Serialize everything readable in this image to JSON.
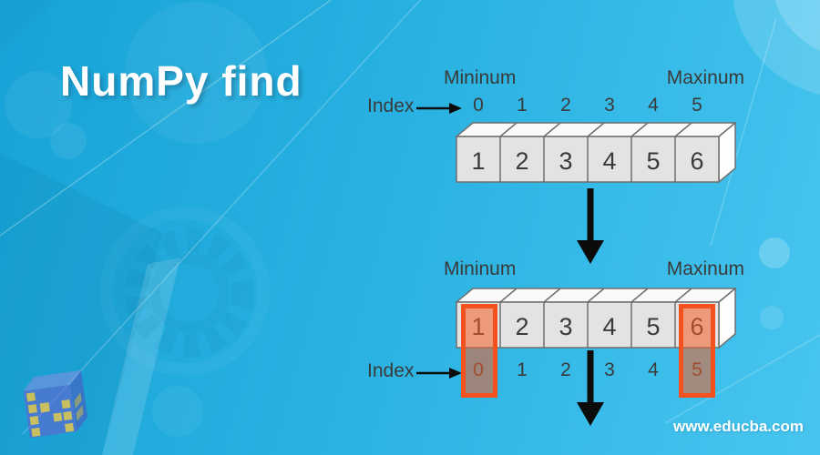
{
  "title": "NumPy find",
  "watermark": "www.educba.com",
  "colors": {
    "background_left": "#17a3d7",
    "background_right": "#47c5ef",
    "title_color": "#ffffff",
    "label_color": "#3a3a3a",
    "cell_front": "#e3e3e3",
    "cell_top": "#fafafa",
    "cell_border": "#6f6f6f",
    "arrow_color": "#0b0b0b",
    "highlight_border": "#f3511d",
    "highlight_fill": "#f45e26",
    "logo_purple": "#6e5cd0",
    "logo_yellow": "#f0cd42"
  },
  "diagram_top": {
    "min_label": "Mininum",
    "max_label": "Maxinum",
    "index_label": "Index",
    "indices": [
      "0",
      "1",
      "2",
      "3",
      "4",
      "5"
    ],
    "values": [
      "1",
      "2",
      "3",
      "4",
      "5",
      "6"
    ]
  },
  "diagram_bottom": {
    "min_label": "Mininum",
    "max_label": "Maxinum",
    "index_label": "Index",
    "indices": [
      "0",
      "1",
      "2",
      "3",
      "4",
      "5"
    ],
    "values": [
      "1",
      "2",
      "3",
      "4",
      "5",
      "6"
    ],
    "highlight_positions": [
      0,
      5
    ],
    "min_value": "1",
    "min_index": "0",
    "max_value": "6",
    "max_index": "5"
  }
}
